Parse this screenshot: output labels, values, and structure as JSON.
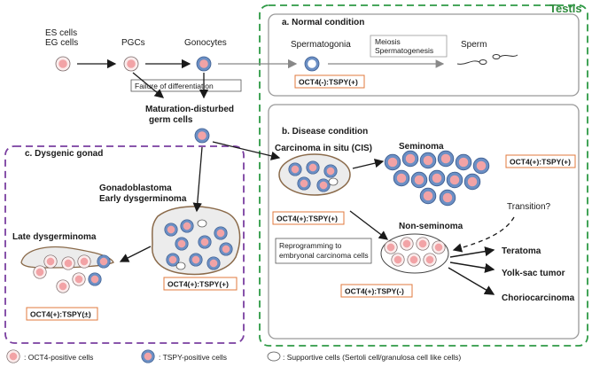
{
  "colors": {
    "oct4_fill": "#f2a3a6",
    "tspy_ring": "#6b8fc4",
    "testis_border": "#2e9a45",
    "dysgenic_border": "#7a3fa0",
    "marker_border": "#e07a3c",
    "gray_border": "#999999",
    "tissue_fill": "#ececec",
    "tissue_edge": "#8a6a4a"
  },
  "testis": {
    "title": "Testis"
  },
  "left_flow": {
    "es_cells": "ES cells",
    "eg_cells": "EG cells",
    "pgcs": "PGCs",
    "gonocytes": "Gonocytes",
    "failure": "Failure of differentiation",
    "maturation_line1": "Maturation-disturbed",
    "maturation_line2": "germ cells"
  },
  "normal": {
    "title": "a. Normal condition",
    "spermatogonia": "Spermatogonia",
    "meiosis": "Meiosis",
    "spermatogenesis": "Spermatogenesis",
    "sperm": "Sperm",
    "marker": "OCT4(-):TSPY(+)"
  },
  "disease": {
    "title": "b. Disease condition",
    "cis": "Carcinoma in situ (CIS)",
    "cis_marker": "OCT4(+):TSPY(+)",
    "seminoma": "Seminoma",
    "seminoma_marker": "OCT4(+):TSPY(+)",
    "transition": "Transition?",
    "nonseminoma": "Non-seminoma",
    "reprog_line1": "Reprogramming to",
    "reprog_line2": "embryonal carcinoma cells",
    "nonsem_marker": "OCT4(+):TSPY(-)",
    "teratoma": "Teratoma",
    "yolk": "Yolk-sac tumor",
    "chorio": "Choriocarcinoma"
  },
  "dysgenic": {
    "title": "c. Dysgenic gonad",
    "gonadoblastoma": "Gonadoblastoma",
    "early": "Early dysgerminoma",
    "gb_marker": "OCT4(+):TSPY(+)",
    "late": "Late dysgerminoma",
    "late_marker": "OCT4(+):TSPY(±)"
  },
  "legend": {
    "oct4": ": OCT4-positive cells",
    "tspy": ": TSPY-positive cells",
    "supportive": ": Supportive cells (Sertoli cell/granulosa cell like cells)"
  }
}
